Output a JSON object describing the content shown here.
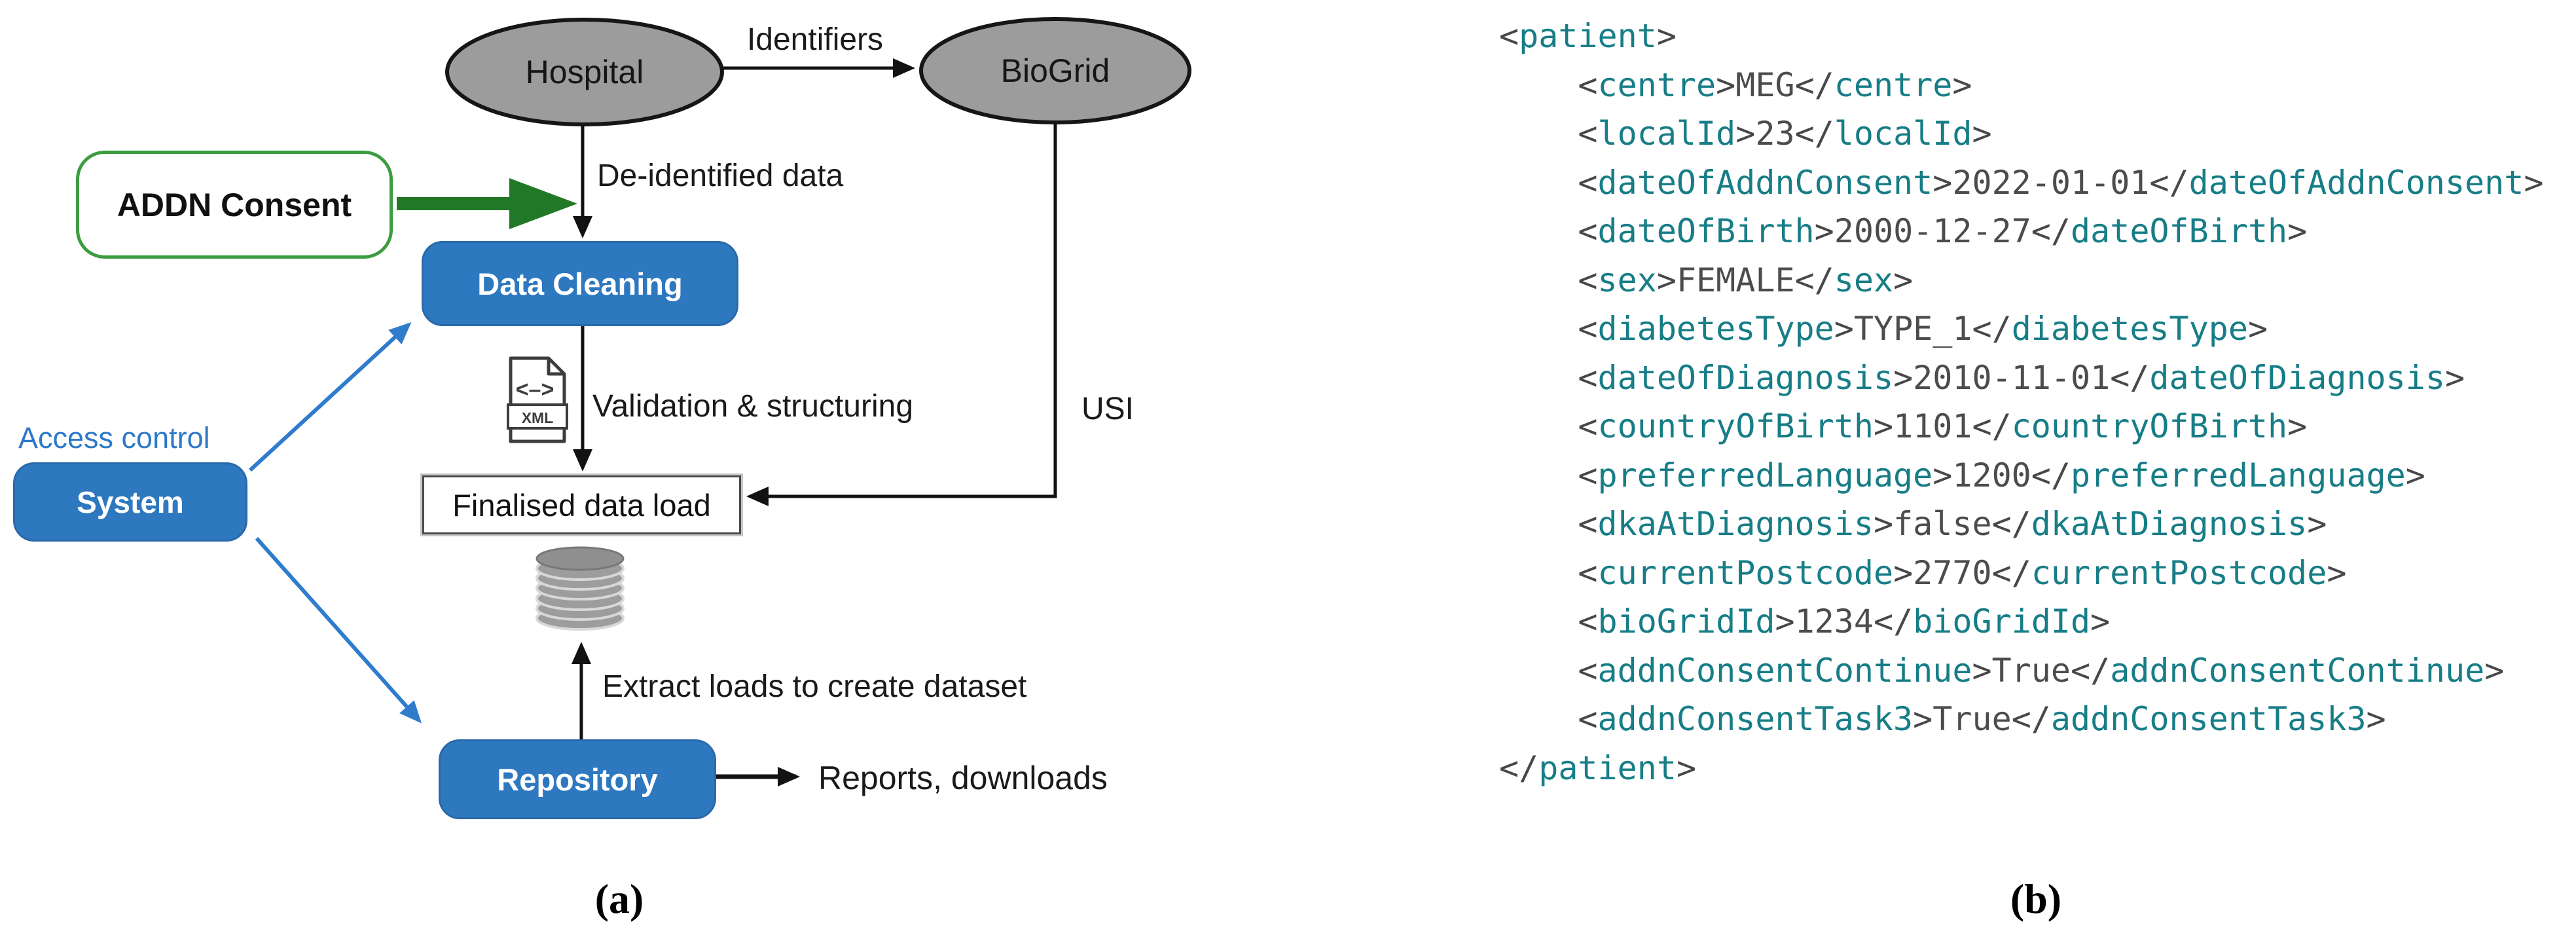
{
  "diagram": {
    "nodes": {
      "hospital": "Hospital",
      "biogrid": "BioGrid",
      "addn_consent": "ADDN Consent",
      "data_cleaning": "Data Cleaning",
      "finalised_data_load": "Finalised data load",
      "system": "System",
      "repository": "Repository"
    },
    "edge_labels": {
      "identifiers": "Identifiers",
      "deidentified_data": "De-identified data",
      "validation_structuring": "Validation & structuring",
      "usi": "USI",
      "access_control": "Access control",
      "extract_loads": "Extract loads to create dataset",
      "reports_downloads": "Reports, downloads"
    },
    "xml_icon": {
      "glyph": "<–>",
      "label": "XML"
    },
    "colors": {
      "node_blue": "#2e78bf",
      "arrow_blue": "#2f7ccd",
      "green_arrow": "#217826",
      "consent_border_green": "#3c9c40",
      "ellipse_gray": "#9c9c9c",
      "line_black": "#121212",
      "code_tag_teal": "#177d87",
      "code_text_gray": "#4c4c4f"
    }
  },
  "captions": {
    "a": "(a)",
    "b": "(b)"
  },
  "code": {
    "lines": [
      {
        "indent": 0,
        "segs": [
          [
            "p",
            "<"
          ],
          [
            "t",
            "patient"
          ],
          [
            "p",
            ">"
          ]
        ]
      },
      {
        "indent": 1,
        "segs": [
          [
            "p",
            "<"
          ],
          [
            "t",
            "centre"
          ],
          [
            "p",
            ">"
          ],
          [
            "v",
            "MEG"
          ],
          [
            "p",
            "</"
          ],
          [
            "t",
            "centre"
          ],
          [
            "p",
            ">"
          ]
        ]
      },
      {
        "indent": 1,
        "segs": [
          [
            "p",
            "<"
          ],
          [
            "t",
            "localId"
          ],
          [
            "p",
            ">"
          ],
          [
            "v",
            "23"
          ],
          [
            "p",
            "</"
          ],
          [
            "t",
            "localId"
          ],
          [
            "p",
            ">"
          ]
        ]
      },
      {
        "indent": 1,
        "segs": [
          [
            "p",
            "<"
          ],
          [
            "t",
            "dateOfAddnConsent"
          ],
          [
            "p",
            ">"
          ],
          [
            "v",
            "2022-01-01"
          ],
          [
            "p",
            "</"
          ],
          [
            "t",
            "dateOfAddnConsent"
          ],
          [
            "p",
            ">"
          ]
        ]
      },
      {
        "indent": 1,
        "segs": [
          [
            "p",
            "<"
          ],
          [
            "t",
            "dateOfBirth"
          ],
          [
            "p",
            ">"
          ],
          [
            "v",
            "2000-12-27"
          ],
          [
            "p",
            "</"
          ],
          [
            "t",
            "dateOfBirth"
          ],
          [
            "p",
            ">"
          ]
        ]
      },
      {
        "indent": 1,
        "segs": [
          [
            "p",
            "<"
          ],
          [
            "t",
            "sex"
          ],
          [
            "p",
            ">"
          ],
          [
            "v",
            "FEMALE"
          ],
          [
            "p",
            "</"
          ],
          [
            "t",
            "sex"
          ],
          [
            "p",
            ">"
          ]
        ]
      },
      {
        "indent": 1,
        "segs": [
          [
            "p",
            "<"
          ],
          [
            "t",
            "diabetesType"
          ],
          [
            "p",
            ">"
          ],
          [
            "v",
            "TYPE_1"
          ],
          [
            "p",
            "</"
          ],
          [
            "t",
            "diabetesType"
          ],
          [
            "p",
            ">"
          ]
        ]
      },
      {
        "indent": 1,
        "segs": [
          [
            "p",
            "<"
          ],
          [
            "t",
            "dateOfDiagnosis"
          ],
          [
            "p",
            ">"
          ],
          [
            "v",
            "2010-11-01"
          ],
          [
            "p",
            "</"
          ],
          [
            "t",
            "dateOfDiagnosis"
          ],
          [
            "p",
            ">"
          ]
        ]
      },
      {
        "indent": 1,
        "segs": [
          [
            "p",
            "<"
          ],
          [
            "t",
            "countryOfBirth"
          ],
          [
            "p",
            ">"
          ],
          [
            "v",
            "1101"
          ],
          [
            "p",
            "</"
          ],
          [
            "t",
            "countryOfBirth"
          ],
          [
            "p",
            ">"
          ]
        ]
      },
      {
        "indent": 1,
        "segs": [
          [
            "p",
            "<"
          ],
          [
            "t",
            "preferredLanguage"
          ],
          [
            "p",
            ">"
          ],
          [
            "v",
            "1200"
          ],
          [
            "p",
            "</"
          ],
          [
            "t",
            "preferredLanguage"
          ],
          [
            "p",
            ">"
          ]
        ]
      },
      {
        "indent": 1,
        "segs": [
          [
            "p",
            "<"
          ],
          [
            "t",
            "dkaAtDiagnosis"
          ],
          [
            "p",
            ">"
          ],
          [
            "v",
            "false"
          ],
          [
            "p",
            "</"
          ],
          [
            "t",
            "dkaAtDiagnosis"
          ],
          [
            "p",
            ">"
          ]
        ]
      },
      {
        "indent": 1,
        "segs": [
          [
            "p",
            "<"
          ],
          [
            "t",
            "currentPostcode"
          ],
          [
            "p",
            ">"
          ],
          [
            "v",
            "2770"
          ],
          [
            "p",
            "</"
          ],
          [
            "t",
            "currentPostcode"
          ],
          [
            "p",
            ">"
          ]
        ]
      },
      {
        "indent": 1,
        "segs": [
          [
            "p",
            "<"
          ],
          [
            "t",
            "bioGridId"
          ],
          [
            "p",
            ">"
          ],
          [
            "v",
            "1234"
          ],
          [
            "p",
            "</"
          ],
          [
            "t",
            "bioGridId"
          ],
          [
            "p",
            ">"
          ]
        ]
      },
      {
        "indent": 1,
        "segs": [
          [
            "p",
            "<"
          ],
          [
            "t",
            "addnConsentContinue"
          ],
          [
            "p",
            ">"
          ],
          [
            "v",
            "True"
          ],
          [
            "p",
            "</"
          ],
          [
            "t",
            "addnConsentContinue"
          ],
          [
            "p",
            ">"
          ]
        ]
      },
      {
        "indent": 1,
        "segs": [
          [
            "p",
            "<"
          ],
          [
            "t",
            "addnConsentTask3"
          ],
          [
            "p",
            ">"
          ],
          [
            "v",
            "True"
          ],
          [
            "p",
            "</"
          ],
          [
            "t",
            "addnConsentTask3"
          ],
          [
            "p",
            ">"
          ]
        ]
      },
      {
        "indent": 0,
        "segs": [
          [
            "p",
            "</"
          ],
          [
            "t",
            "patient"
          ],
          [
            "p",
            ">"
          ]
        ]
      }
    ]
  }
}
